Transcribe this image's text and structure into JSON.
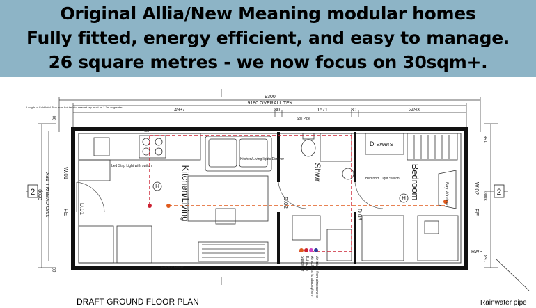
{
  "banner": {
    "line1": "Original Allia/New Meaning modular homes",
    "line2": "Fully fitted, energy efficient, and easy to manage.",
    "line3": "26 square metres - we now focus on 30sqm+."
  },
  "plan": {
    "dims": {
      "overall": "9300",
      "tek": "9180 OVERALL TEK",
      "d1": "4937",
      "d2": "80",
      "d3": "1571",
      "d4": "80",
      "d5": "2493",
      "h1": "3500",
      "h2": "3380 OVERALL TEK",
      "side80a": "80",
      "side80b": "80",
      "right158": "158",
      "right3000": "3000",
      "right158b": "158"
    },
    "rooms": {
      "kitchen": "Kitchen/Living",
      "shower": "Shwr",
      "bedroom": "Bedroom"
    },
    "markers": {
      "section_left": "2",
      "section_right": "2",
      "door1": "D.01",
      "door2": "D.02",
      "door3": "D.03",
      "window1": "W.01",
      "window2": "W.02",
      "fe1": "FE",
      "fe2": "FE",
      "h1": "H",
      "h2": "H",
      "rwp": "RWP",
      "drawers": "Drawers",
      "bay_window": "Bay Window",
      "soil_pipe": "Soil Pipe",
      "cold_intel": "Length of Cold Intel Pipe from hot tank to nearest tap must be 1.7m or greater",
      "electric_heater": "Electric heater",
      "bedroom_light": "Bedroom Light Switch",
      "kitchen_light": "Kitchen/Living lights Dimmer",
      "led_strip": "Led Strip Light with switch",
      "hob": "Hob"
    },
    "legend": {
      "supply": "Supply air",
      "extract": "Extract air",
      "exhaust": "Air exhaust to atmosphere",
      "intake": "Air intake from atmosphere"
    },
    "colors": {
      "supply": "#e05a1c",
      "extract": "#cc2233",
      "exhaust": "#d040c0",
      "intake": "#2a3a9a"
    },
    "caption": "DRAFT GROUND FLOOR PLAN",
    "rainwater": "Rainwater pipe"
  }
}
